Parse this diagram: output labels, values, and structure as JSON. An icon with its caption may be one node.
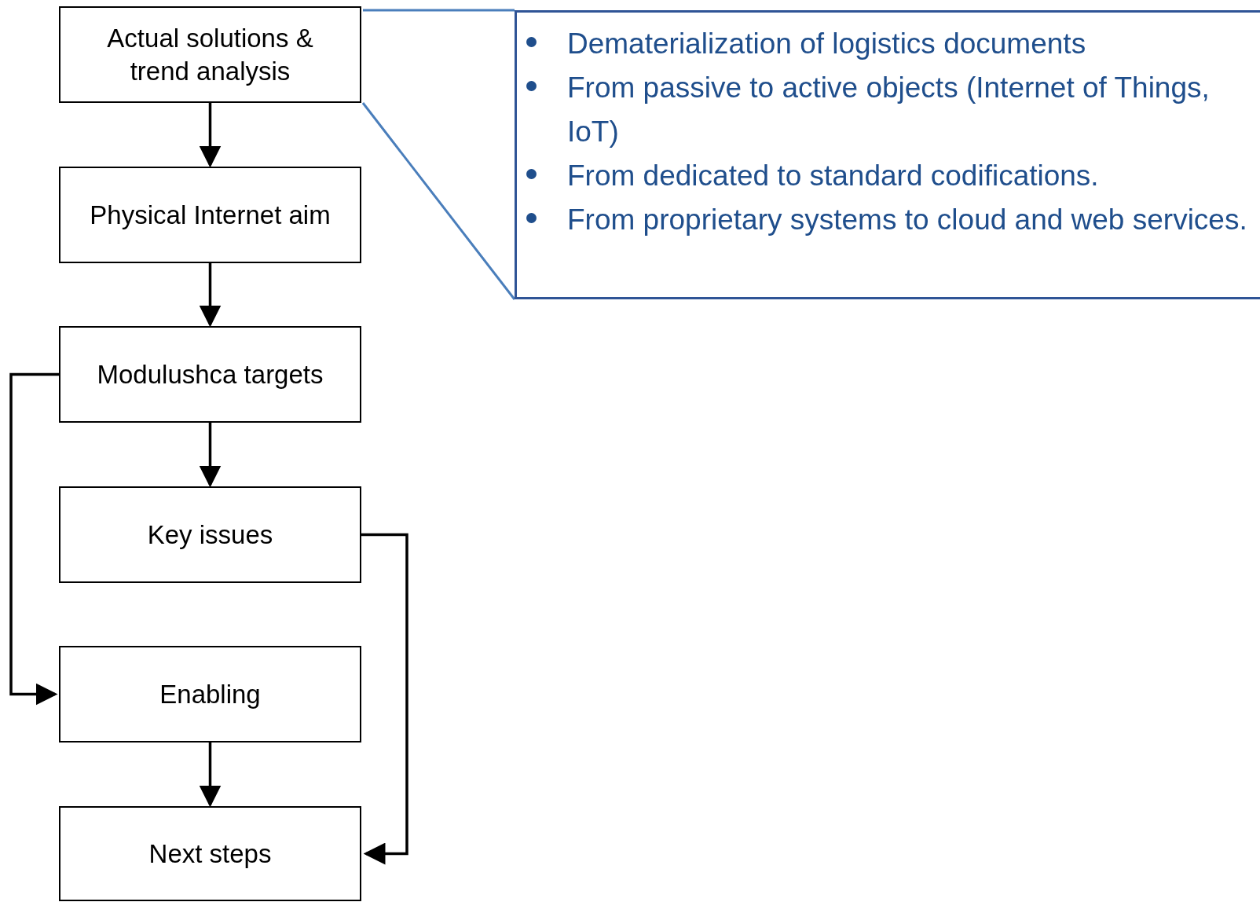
{
  "diagram": {
    "nodes": [
      {
        "text": [
          "Actual solutions & trend analysis"
        ]
      },
      {
        "text": [
          "Physical Internet aim"
        ]
      },
      {
        "text": [
          "Modulushca targets"
        ]
      },
      {
        "text": [
          "Key issues"
        ]
      },
      {
        "text": [
          "Enabling"
        ]
      },
      {
        "text": [
          "Next steps"
        ]
      },
      {
        "text": [
          "Dematerialization of logistics documents",
          "From passive to active objects (Internet of Things, IoT)",
          "From dedicated to standard codifications.",
          "From proprietary systems to cloud and web services."
        ]
      }
    ],
    "edges": [
      {
        "from": 0,
        "to": 1,
        "arrow": "to"
      },
      {
        "from": 1,
        "to": 2,
        "arrow": "to"
      },
      {
        "from": 2,
        "to": 3,
        "arrow": "to"
      },
      {
        "from": 2,
        "to": 4,
        "arrow": "to"
      },
      {
        "from": 3,
        "to": 5,
        "arrow": "to"
      },
      {
        "from": 4,
        "to": 5,
        "arrow": "to"
      },
      {
        "from": 0,
        "to": 6,
        "arrow": "none",
        "color": "#4a7ebb"
      }
    ]
  }
}
